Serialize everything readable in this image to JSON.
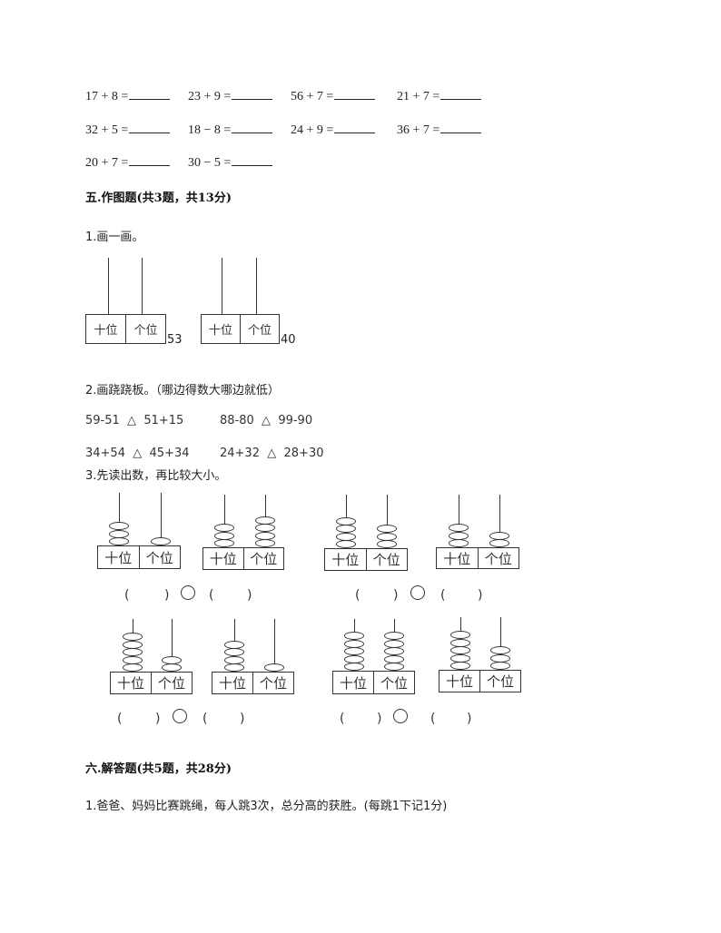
{
  "arithmetic": {
    "rows": [
      [
        {
          "expr": "17 + 8 ="
        },
        {
          "expr": "23 + 9 ="
        },
        {
          "expr": "56 + 7 ="
        },
        {
          "expr": "21 + 7 ="
        }
      ],
      [
        {
          "expr": "32 + 5 ="
        },
        {
          "expr": "18 − 8 ="
        },
        {
          "expr": "24 + 9 ="
        },
        {
          "expr": "36 + 7 ="
        }
      ],
      [
        {
          "expr": "20 + 7 ="
        },
        {
          "expr": "30 − 5 ="
        }
      ]
    ]
  },
  "section5": {
    "heading": "五.作图题(共3题，共13分)",
    "q1": {
      "title": "1.画一画。",
      "abaci": [
        {
          "tens_label": "十位",
          "ones_label": "个位",
          "number": "53"
        },
        {
          "tens_label": "十位",
          "ones_label": "个位",
          "number": "40"
        }
      ]
    },
    "q2": {
      "title": "2.画跷跷板。（哪边得数大哪边就低）",
      "comparisons": [
        {
          "left": "59-51",
          "symbol": "△",
          "right": "51+15"
        },
        {
          "left": "88-80",
          "symbol": "△",
          "right": "99-90"
        },
        {
          "left": "34+54",
          "symbol": "△",
          "right": "45+34"
        },
        {
          "left": "24+32",
          "symbol": "△",
          "right": "28+30"
        }
      ]
    },
    "q3": {
      "title": "3.先读出数，再比较大小。",
      "tens_label": "十位",
      "ones_label": "个位",
      "abaci": [
        {
          "tens": 3,
          "ones": 1
        },
        {
          "tens": 3,
          "ones": 4
        },
        {
          "tens": 4,
          "ones": 3
        },
        {
          "tens": 3,
          "ones": 2
        },
        {
          "tens": 5,
          "ones": 2
        },
        {
          "tens": 4,
          "ones": 1
        },
        {
          "tens": 5,
          "ones": 5
        },
        {
          "tens": 5,
          "ones": 3
        }
      ],
      "answer_blank": "(      )",
      "open_paren": "(",
      "close_paren": ")"
    }
  },
  "section6": {
    "heading": "六.解答题(共5题，共28分)",
    "q1": "1.爸爸、妈妈比赛跳绳，每人跳3次，总分高的获胜。(每跳1下记1分)"
  }
}
